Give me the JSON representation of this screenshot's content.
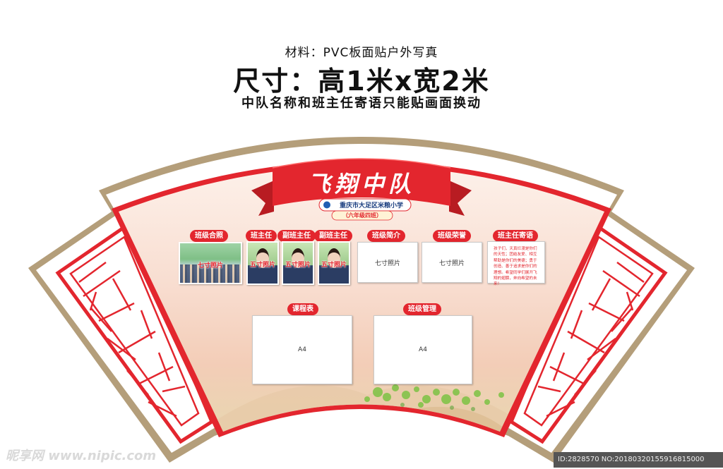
{
  "header": {
    "material": "材料：PVC板面贴户外写真",
    "size": "尺寸：高1米x宽2米",
    "note": "中队名称和班主任寄语只能贴画面换动"
  },
  "banner": {
    "title": "飞翔中队",
    "school": "重庆市大足区米粮小学",
    "class_name": "（六年级四班）"
  },
  "sections": {
    "class_photo": {
      "label": "班级合照",
      "caption": "七寸照片"
    },
    "head_teacher": {
      "label": "班主任",
      "caption": "五寸照片"
    },
    "vice_teacher_1": {
      "label": "副班主任",
      "caption": "五寸照片"
    },
    "vice_teacher_2": {
      "label": "副班主任",
      "caption": "五寸照片"
    },
    "intro": {
      "label": "班级简介",
      "caption": "七寸照片"
    },
    "honors": {
      "label": "班级荣誉",
      "caption": "七寸照片"
    },
    "message": {
      "label": "班主任寄语",
      "text": "孩子们，天真烂漫是你们的天性；团结友爱、相互帮助是你们的美德；勇于创造、善于追求是你们的理想。希望同学们展开飞翔的翅膀，奔向希望的未来！"
    },
    "schedule": {
      "label": "课程表",
      "caption": "A4"
    },
    "management": {
      "label": "班级管理",
      "caption": "A4"
    }
  },
  "watermark": {
    "left": "昵享网 www.nipic.com",
    "right": "ID:2828570 NO:20180320155916815000"
  },
  "colors": {
    "accent": "#e3262e",
    "frame": "#b49e7a",
    "inner_bg": "#fbe6d8"
  }
}
